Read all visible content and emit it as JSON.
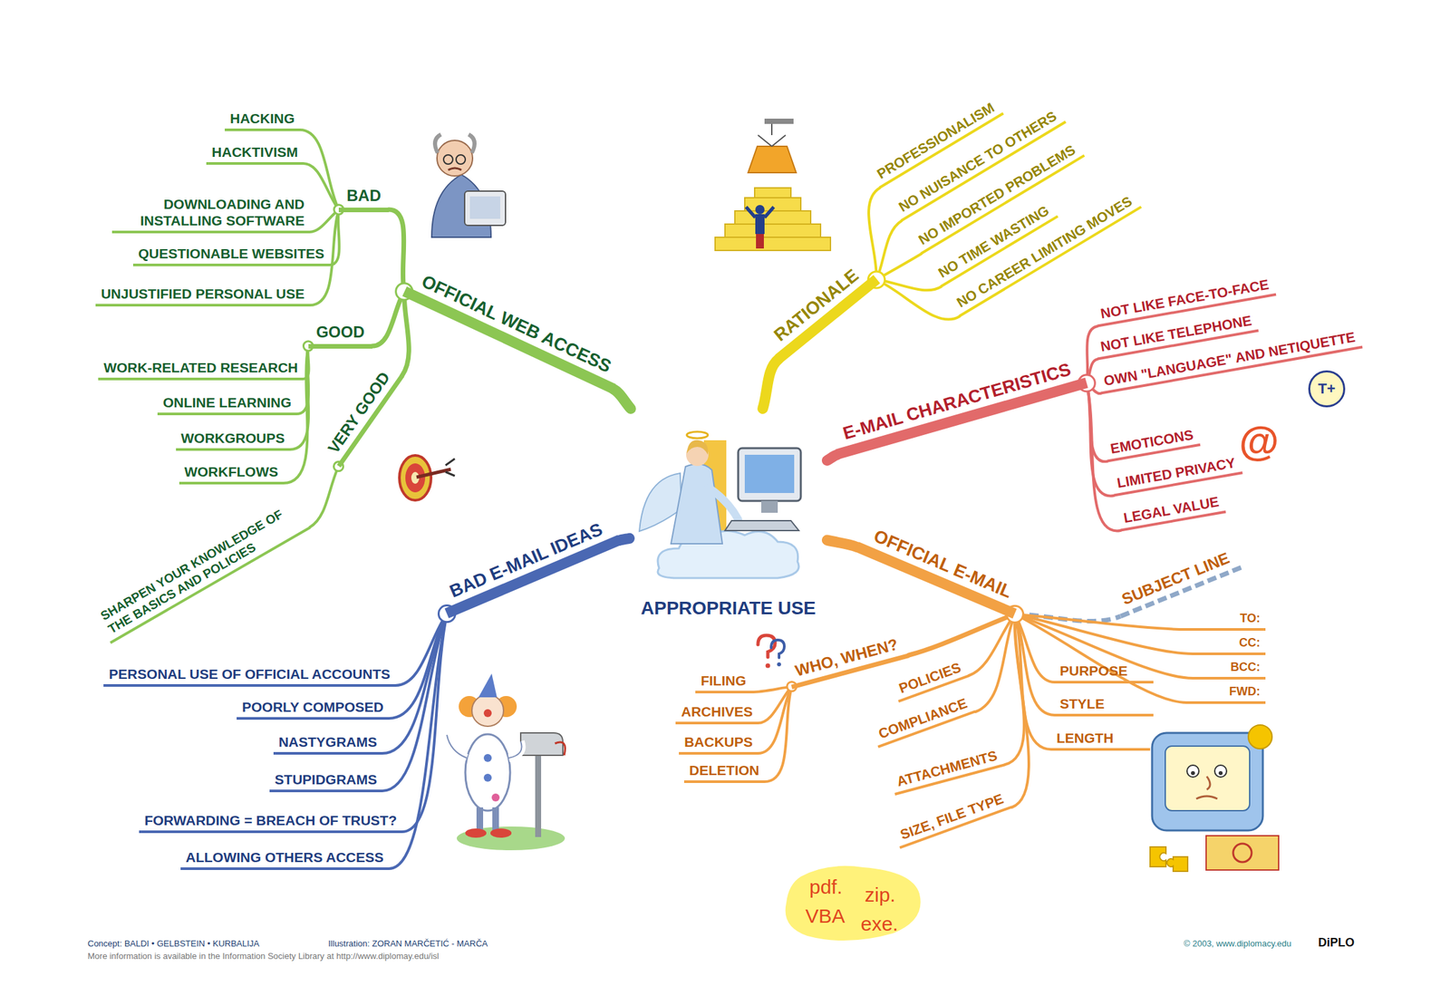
{
  "diagram": {
    "nodes": [
      {
        "text": [
          "APPROPRIATE USE"
        ]
      },
      {
        "text": [
          "OFFICIAL WEB ACCESS"
        ]
      },
      {
        "text": [
          "BAD"
        ]
      },
      {
        "text": [
          "HACKING"
        ]
      },
      {
        "text": [
          "HACKTIVISM"
        ]
      },
      {
        "text": [
          "DOWNLOADING AND INSTALLING SOFTWARE"
        ]
      },
      {
        "text": [
          "QUESTIONABLE WEBSITES"
        ]
      },
      {
        "text": [
          "UNJUSTIFIED PERSONAL USE"
        ]
      },
      {
        "text": [
          "GOOD"
        ]
      },
      {
        "text": [
          "WORK-RELATED RESEARCH"
        ]
      },
      {
        "text": [
          "ONLINE LEARNING"
        ]
      },
      {
        "text": [
          "WORKGROUPS"
        ]
      },
      {
        "text": [
          "WORKFLOWS"
        ]
      },
      {
        "text": [
          "VERY GOOD"
        ]
      },
      {
        "text": [
          "SHARPEN YOUR KNOWLEDGE OF THE BASICS AND POLICIES"
        ]
      },
      {
        "text": [
          "RATIONALE"
        ]
      },
      {
        "text": [
          "PROFESSIONALISM"
        ]
      },
      {
        "text": [
          "NO NUISANCE TO OTHERS"
        ]
      },
      {
        "text": [
          "NO IMPORTED PROBLEMS"
        ]
      },
      {
        "text": [
          "NO TIME WASTING"
        ]
      },
      {
        "text": [
          "NO CAREER LIMITING MOVES"
        ]
      },
      {
        "text": [
          "E-MAIL CHARACTERISTICS"
        ]
      },
      {
        "text": [
          "NOT LIKE FACE-TO-FACE"
        ]
      },
      {
        "text": [
          "NOT LIKE TELEPHONE"
        ]
      },
      {
        "text": [
          "OWN \"LANGUAGE\" AND NETIQUETTE"
        ]
      },
      {
        "text": [
          "EMOTICONS"
        ]
      },
      {
        "text": [
          "LIMITED PRIVACY"
        ]
      },
      {
        "text": [
          "LEGAL VALUE"
        ]
      },
      {
        "text": [
          "OFFICIAL E-MAIL"
        ]
      },
      {
        "text": [
          "SUBJECT LINE"
        ]
      },
      {
        "text": [
          "TO:"
        ]
      },
      {
        "text": [
          "CC:"
        ]
      },
      {
        "text": [
          "BCC:"
        ]
      },
      {
        "text": [
          "FWD:"
        ]
      },
      {
        "text": [
          "WHO, WHEN?"
        ]
      },
      {
        "text": [
          "FILING"
        ]
      },
      {
        "text": [
          "ARCHIVES"
        ]
      },
      {
        "text": [
          "BACKUPS"
        ]
      },
      {
        "text": [
          "DELETION"
        ]
      },
      {
        "text": [
          "POLICIES"
        ]
      },
      {
        "text": [
          "COMPLIANCE"
        ]
      },
      {
        "text": [
          "PURPOSE"
        ]
      },
      {
        "text": [
          "STYLE"
        ]
      },
      {
        "text": [
          "LENGTH"
        ]
      },
      {
        "text": [
          "ATTACHMENTS"
        ]
      },
      {
        "text": [
          "SIZE, FILE TYPE"
        ]
      },
      {
        "text": [
          "BAD E-MAIL IDEAS"
        ]
      },
      {
        "text": [
          "PERSONAL USE OF OFFICIAL ACCOUNTS"
        ]
      },
      {
        "text": [
          "POORLY COMPOSED"
        ]
      },
      {
        "text": [
          "NASTYGRAMS"
        ]
      },
      {
        "text": [
          "STUPIDGRAMS"
        ]
      },
      {
        "text": [
          "FORWARDING = BREACH OF TRUST?"
        ]
      },
      {
        "text": [
          "ALLOWING OTHERS ACCESS"
        ]
      }
    ],
    "edges": [
      {
        "from": 0,
        "to": 1,
        "arrow": "none"
      },
      {
        "from": 1,
        "to": 2,
        "arrow": "none"
      },
      {
        "from": 2,
        "to": 3,
        "arrow": "none"
      },
      {
        "from": 2,
        "to": 4,
        "arrow": "none"
      },
      {
        "from": 2,
        "to": 5,
        "arrow": "none"
      },
      {
        "from": 2,
        "to": 6,
        "arrow": "none"
      },
      {
        "from": 2,
        "to": 7,
        "arrow": "none"
      },
      {
        "from": 1,
        "to": 8,
        "arrow": "none"
      },
      {
        "from": 8,
        "to": 9,
        "arrow": "none"
      },
      {
        "from": 8,
        "to": 10,
        "arrow": "none"
      },
      {
        "from": 8,
        "to": 11,
        "arrow": "none"
      },
      {
        "from": 8,
        "to": 12,
        "arrow": "none"
      },
      {
        "from": 1,
        "to": 13,
        "arrow": "none"
      },
      {
        "from": 13,
        "to": 14,
        "arrow": "none"
      },
      {
        "from": 0,
        "to": 15,
        "arrow": "none"
      },
      {
        "from": 15,
        "to": 16,
        "arrow": "none"
      },
      {
        "from": 15,
        "to": 17,
        "arrow": "none"
      },
      {
        "from": 15,
        "to": 18,
        "arrow": "none"
      },
      {
        "from": 15,
        "to": 19,
        "arrow": "none"
      },
      {
        "from": 15,
        "to": 20,
        "arrow": "none"
      },
      {
        "from": 0,
        "to": 21,
        "arrow": "none"
      },
      {
        "from": 21,
        "to": 22,
        "arrow": "none"
      },
      {
        "from": 21,
        "to": 23,
        "arrow": "none"
      },
      {
        "from": 21,
        "to": 24,
        "arrow": "none"
      },
      {
        "from": 21,
        "to": 25,
        "arrow": "none"
      },
      {
        "from": 21,
        "to": 26,
        "arrow": "none"
      },
      {
        "from": 21,
        "to": 27,
        "arrow": "none"
      },
      {
        "from": 0,
        "to": 28,
        "arrow": "none"
      },
      {
        "from": 28,
        "to": 29,
        "arrow": "none"
      },
      {
        "from": 28,
        "to": 30,
        "arrow": "none"
      },
      {
        "from": 28,
        "to": 31,
        "arrow": "none"
      },
      {
        "from": 28,
        "to": 32,
        "arrow": "none"
      },
      {
        "from": 28,
        "to": 33,
        "arrow": "none"
      },
      {
        "from": 28,
        "to": 34,
        "arrow": "none"
      },
      {
        "from": 34,
        "to": 35,
        "arrow": "none"
      },
      {
        "from": 34,
        "to": 36,
        "arrow": "none"
      },
      {
        "from": 34,
        "to": 37,
        "arrow": "none"
      },
      {
        "from": 34,
        "to": 38,
        "arrow": "none"
      },
      {
        "from": 28,
        "to": 39,
        "arrow": "none"
      },
      {
        "from": 28,
        "to": 40,
        "arrow": "none"
      },
      {
        "from": 28,
        "to": 41,
        "arrow": "none"
      },
      {
        "from": 28,
        "to": 42,
        "arrow": "none"
      },
      {
        "from": 28,
        "to": 43,
        "arrow": "none"
      },
      {
        "from": 28,
        "to": 44,
        "arrow": "none"
      },
      {
        "from": 28,
        "to": 45,
        "arrow": "none"
      },
      {
        "from": 0,
        "to": 46,
        "arrow": "none"
      },
      {
        "from": 46,
        "to": 47,
        "arrow": "none"
      },
      {
        "from": 46,
        "to": 48,
        "arrow": "none"
      },
      {
        "from": 46,
        "to": 49,
        "arrow": "none"
      },
      {
        "from": 46,
        "to": 50,
        "arrow": "none"
      },
      {
        "from": 46,
        "to": 51,
        "arrow": "none"
      },
      {
        "from": 46,
        "to": 52,
        "arrow": "none"
      }
    ],
    "labels": [
      "T+",
      "@",
      "pdf.",
      "zip.",
      "VBA",
      "exe.",
      "Concept: BALDI • GELBSTEIN • KURBALIJA",
      "Illustration: ZORAN MARČETIĆ - MARČA",
      "More information is available in the Information Society Library at http://www.diplomay.edu/isl",
      "© 2003, www.diplomacy.edu",
      "DiPLO"
    ]
  }
}
